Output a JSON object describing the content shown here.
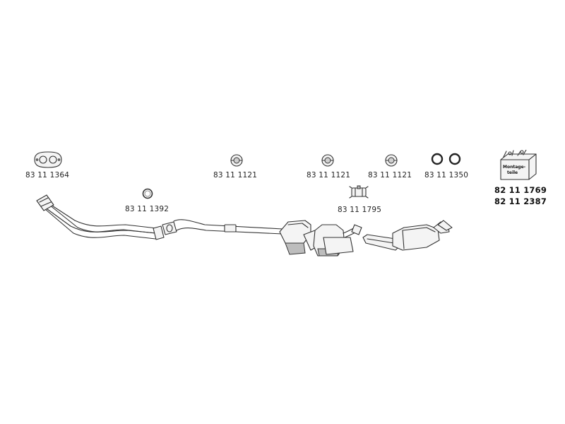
{
  "labels": {
    "flange_gasket": "83 11 1364",
    "ring_small": "83 11 1392",
    "hanger_1": "83 11 1121",
    "hanger_2": "83 11 1121",
    "hanger_3": "83 11 1121",
    "o_rings": "83 11 1350",
    "clamp": "83 11 1795",
    "kit_1": "82 11 1769",
    "kit_2": "82 11 2387"
  },
  "kit_box_text": "Montage-teile",
  "colors": {
    "line": "#333333",
    "fill": "#f4f4f4",
    "shade": "#bdbdbd"
  }
}
